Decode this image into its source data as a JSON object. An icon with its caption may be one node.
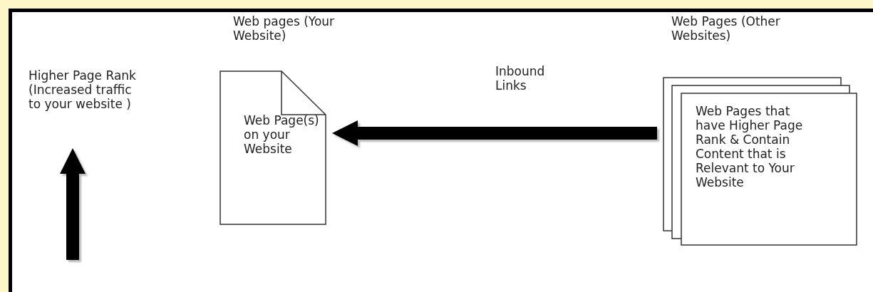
{
  "diagram": {
    "nodes": [
      {
        "text": [
          "Web Page(s) on your Website"
        ],
        "beside": [
          "Web pages (Your Website)"
        ]
      },
      {
        "text": [
          "Web Pages that have Higher Page Rank & Contain Content that is Relevant to Your Website"
        ],
        "beside": [
          "Web Pages (Other Websites)"
        ]
      },
      {
        "text": [
          "Higher Page Rank (Increased traffic to your website )"
        ]
      }
    ],
    "edges": [
      {
        "from": 1,
        "to": 0,
        "arrow": "to",
        "label": "Inbound Links"
      },
      {
        "from": null,
        "to": 2,
        "arrow": "to"
      }
    ]
  }
}
